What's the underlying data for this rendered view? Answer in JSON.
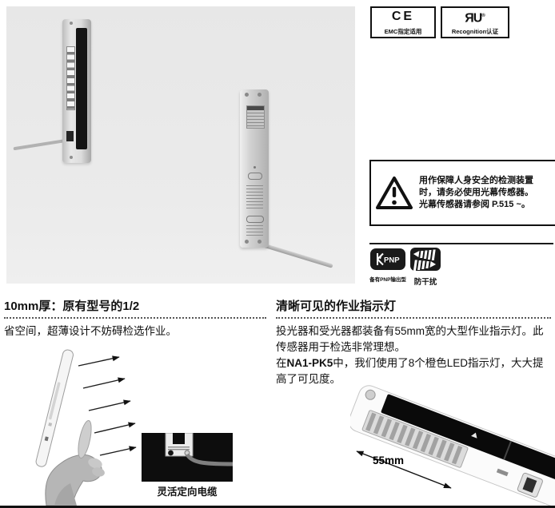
{
  "certifications": {
    "ce": {
      "mark": "CE",
      "label": "EMC指定适用"
    },
    "ul": {
      "mark": "ЯU",
      "reg": "®",
      "label": "Recognition认证"
    }
  },
  "warning": {
    "line1": "用作保障人身安全的检测装置时，请务必使用光幕传感器。",
    "line2": "光幕传感器请参阅 P.515 ~。"
  },
  "features": {
    "pnp": {
      "icon_text": "PNP",
      "label": "备有PNP输出型"
    },
    "anti_interference": {
      "label": "防干扰"
    }
  },
  "sections": {
    "thin": {
      "title": "10mm厚：原有型号的1/2",
      "body": "省空间，超薄设计不妨碍检选作业。",
      "cable_caption": "灵活定向电缆"
    },
    "indicator": {
      "title": "清晰可见的作业指示灯",
      "para1": "投光器和受光器都装备有55mm宽的大型作业指示灯。此传感器用于检选非常理想。",
      "para2_pre": "在",
      "para2_model": "NA1-PK5",
      "para2_post": "中，我们使用了8个橙色LED指示灯，大大提高了可见度。",
      "dimension_label": "55mm"
    }
  },
  "colors": {
    "photo_bg": "#e9e9e9",
    "ink": "#111111",
    "cable_photo_bg": "#0d0d0d"
  }
}
